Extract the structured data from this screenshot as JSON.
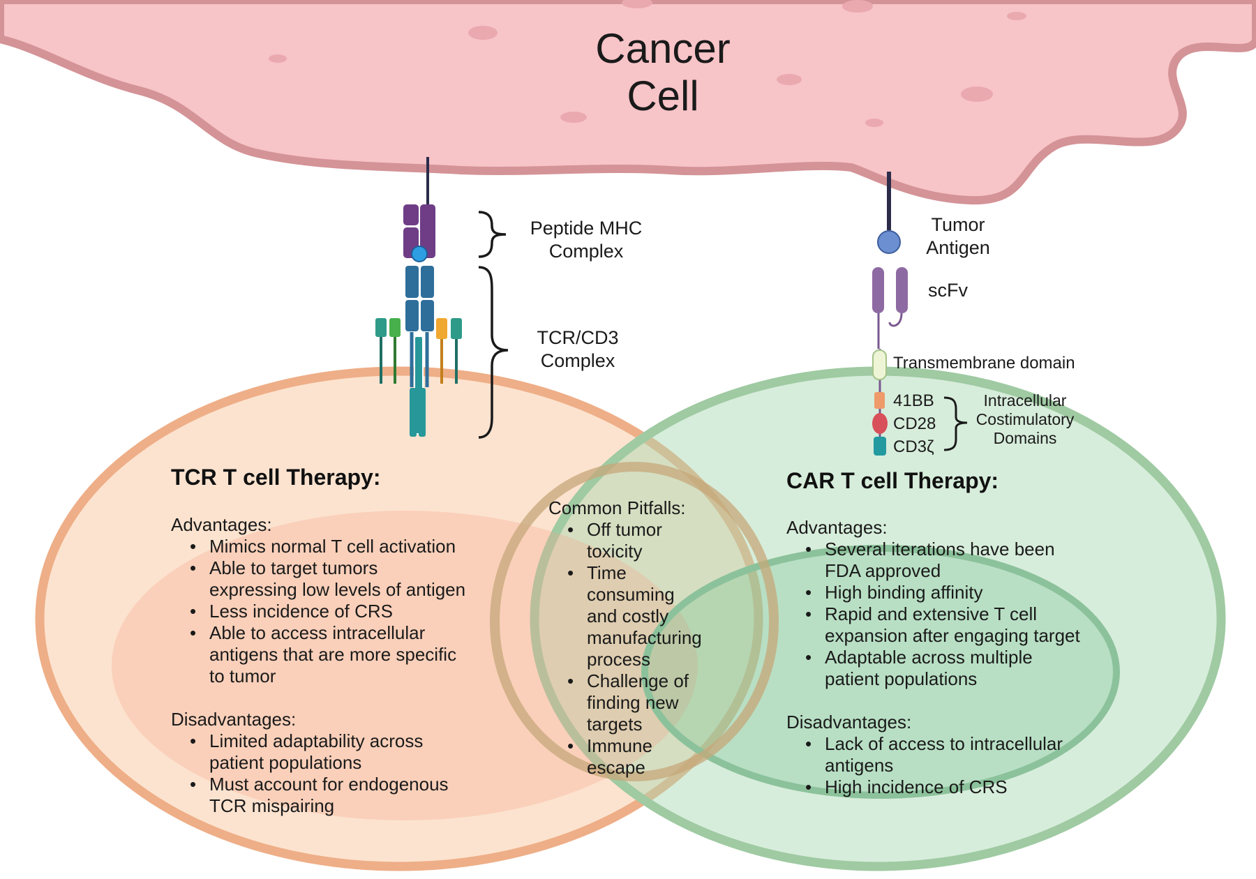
{
  "colors": {
    "cancer_cell_fill": "#f7c4c8",
    "cancer_cell_edge": "#d49397",
    "tcr_oval": "#f3b890",
    "car_oval": "#9fcfa8",
    "mhc_purple": "#6e3d86",
    "tcr_blue": "#2e6e9a",
    "scfv_purple": "#8e6aa3",
    "antigen_blue": "#6b8fd0"
  },
  "cancer_cell": {
    "title_line1": "Cancer",
    "title_line2": "Cell"
  },
  "tcr_structure": {
    "peptide_mhc_line1": "Peptide MHC",
    "peptide_mhc_line2": "Complex",
    "tcr_cd3_line1": "TCR/CD3",
    "tcr_cd3_line2": "Complex"
  },
  "car_structure": {
    "tumor_antigen_line1": "Tumor",
    "tumor_antigen_line2": "Antigen",
    "scfv": "scFv",
    "transmembrane": "Transmembrane domain",
    "domains": [
      "41BB",
      "CD28",
      "CD3ζ"
    ],
    "costim_line1": "Intracellular",
    "costim_line2": "Costimulatory",
    "costim_line3": "Domains"
  },
  "tcr_therapy": {
    "heading": "TCR T cell Therapy:",
    "advantages_label": "Advantages:",
    "advantages": [
      "Mimics normal T cell activation",
      "Able to target tumors\nexpressing low levels of antigen",
      "Less incidence of CRS",
      "Able to access intracellular\nantigens that are more specific\nto tumor"
    ],
    "disadvantages_label": "Disadvantages:",
    "disadvantages": [
      "Limited adaptability across\npatient populations",
      "Must account for endogenous\nTCR mispairing"
    ]
  },
  "common": {
    "label": "Common Pitfalls:",
    "items": [
      "Off tumor\ntoxicity",
      "Time\nconsuming\nand costly\nmanufacturing\nprocess",
      "Challenge of\nfinding new\ntargets",
      "Immune\nescape"
    ]
  },
  "car_therapy": {
    "heading": "CAR T cell Therapy:",
    "advantages_label": "Advantages:",
    "advantages": [
      "Several iterations have been\nFDA approved",
      "High binding affinity",
      "Rapid and extensive T cell\nexpansion after engaging target",
      "Adaptable across multiple\npatient populations"
    ],
    "disadvantages_label": "Disadvantages:",
    "disadvantages": [
      "Lack of access to intracellular\nantigens",
      "High incidence of CRS"
    ]
  }
}
